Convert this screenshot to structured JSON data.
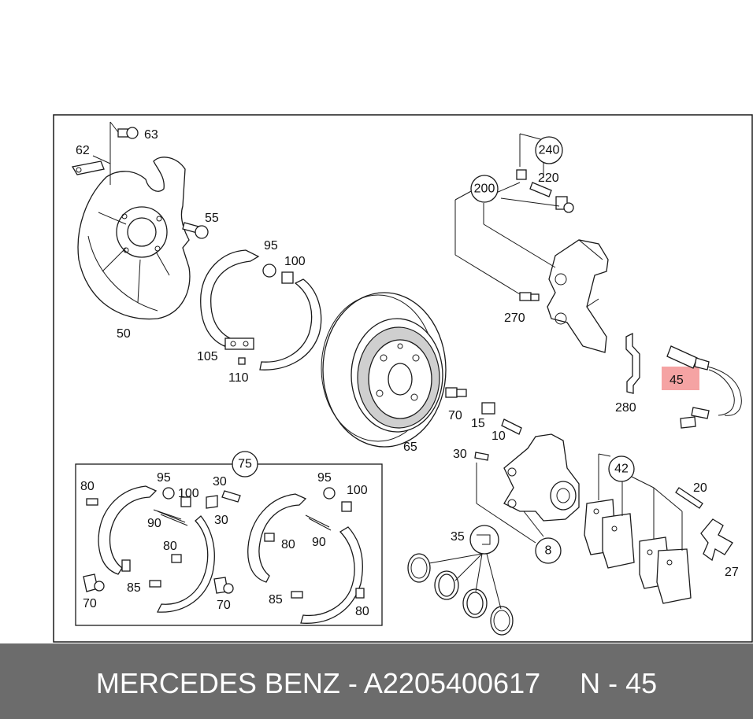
{
  "labels": {
    "l63": "63",
    "l62": "62",
    "l55": "55",
    "l50": "50",
    "l95a": "95",
    "l100a": "100",
    "l105": "105",
    "l110": "110",
    "l240": "240",
    "l220": "220",
    "l200": "200",
    "l270": "270",
    "l280": "280",
    "l45": "45",
    "l65": "65",
    "l70a": "70",
    "l15": "15",
    "l10": "10",
    "l75": "75",
    "l30a": "30",
    "l8": "8",
    "l35": "35",
    "l42": "42",
    "l20": "20",
    "l27": "27",
    "k80a": "80",
    "k95a": "95",
    "k100a": "100",
    "k30a": "30",
    "k30b": "30",
    "k90a": "90",
    "k80b": "80",
    "k85a": "85",
    "k70a": "70",
    "k70b": "70",
    "k95b": "95",
    "k100b": "100",
    "k80c": "80",
    "k90b": "90",
    "k85b": "85",
    "k80d": "80"
  },
  "highlight": {
    "label": "45",
    "color": "#f5a3a3"
  },
  "footer": {
    "brand": "MERCEDES BENZ",
    "separator": " - ",
    "part_number": "A2205400617",
    "position": "N - 45",
    "background": "#6c6c6c"
  }
}
